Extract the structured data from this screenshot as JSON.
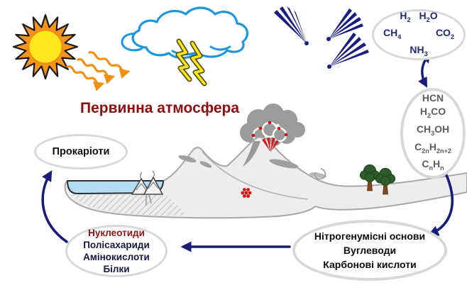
{
  "title": "Первинна атмосфера",
  "nodes": {
    "prokaryotes": {
      "label": "Прокаріоти"
    },
    "monomers": {
      "highlight": "Нуклеотиди",
      "lines": [
        "Полісахариди",
        "Амінокислоти",
        "Білки"
      ]
    },
    "products": {
      "lines": [
        "Нітрогенумісні основи",
        "Вуглеводи",
        "Карбонові кислоти"
      ]
    }
  },
  "formulas": {
    "h2": [
      [
        "H",
        "2"
      ]
    ],
    "h2o": [
      [
        "H",
        "2"
      ],
      [
        "O",
        ""
      ]
    ],
    "ch4": [
      [
        "CH",
        "4"
      ]
    ],
    "co2": [
      [
        "CO",
        "2"
      ]
    ],
    "nh3": [
      [
        "NH",
        "3"
      ]
    ],
    "hcn": [
      [
        "HCN",
        ""
      ]
    ],
    "h2co": [
      [
        "H",
        "2"
      ],
      [
        "CO",
        ""
      ]
    ],
    "ch3oh": [
      [
        "CH",
        "3"
      ],
      [
        "OH",
        ""
      ]
    ],
    "c2nh2n2": [
      [
        "C",
        "2n"
      ],
      [
        "H",
        "2n+2"
      ]
    ],
    "cnhn": [
      [
        "C",
        "n"
      ],
      [
        "H",
        "n"
      ]
    ]
  },
  "palette": {
    "title_red": "#8b0f0f",
    "highlight_red": "#8e1414",
    "arrow_navy": "#1b1b78",
    "gases_text_navy": "#232a72",
    "organics_text_gray": "#5d5d5d",
    "ellipse_border_gray": "#d8d8d8",
    "sun_core_yellow": "#ffe71e",
    "sun_ray_orange": "#f7941d",
    "cloud_blue": "#1e96dc",
    "lightning_yellow": "#ffe61a",
    "smoke_gray": "#9b9b9b",
    "lava_red": "#d11c1c",
    "water_blue": "#b5dcf5",
    "tree_green": "#2e5d2a",
    "tree_trunk_brown": "#7b4a22",
    "comet_navy": "#1c1c80"
  }
}
